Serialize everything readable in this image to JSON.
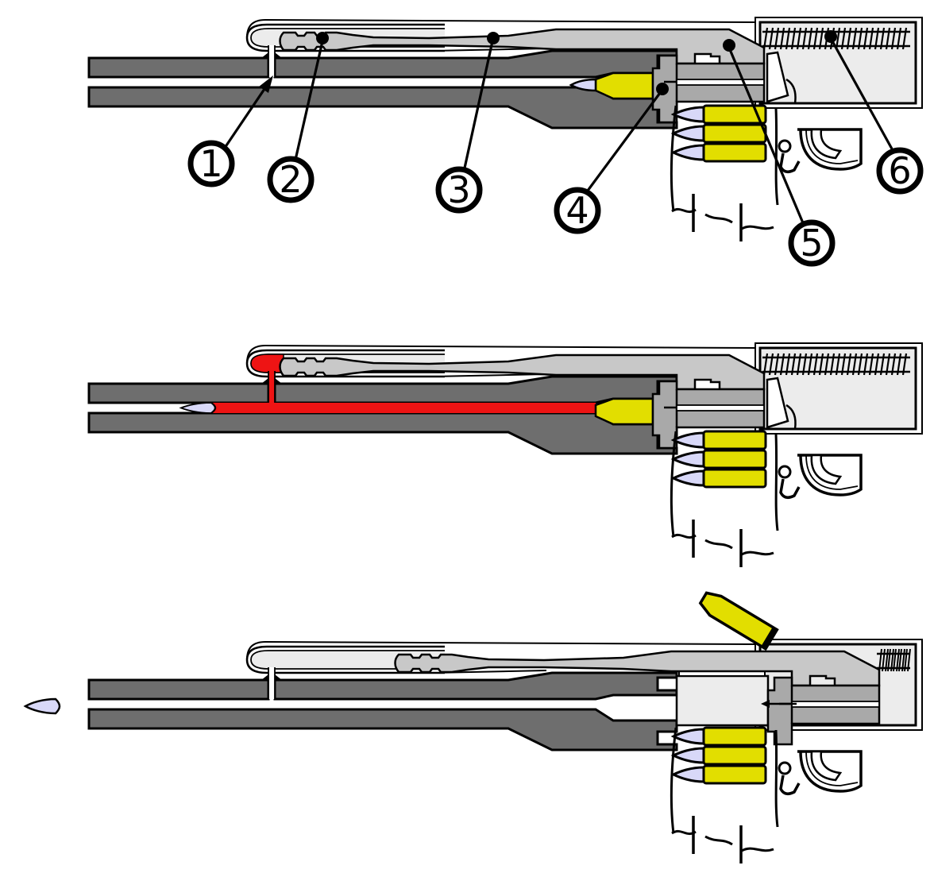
{
  "diagram": {
    "panels": [
      {
        "name": "top",
        "callouts": [
          {
            "number": "1"
          },
          {
            "number": "2"
          },
          {
            "number": "3"
          },
          {
            "number": "4"
          },
          {
            "number": "5"
          },
          {
            "number": "6"
          }
        ]
      },
      {
        "name": "middle",
        "callouts": []
      },
      {
        "name": "bottom",
        "callouts": []
      }
    ]
  },
  "colors": {
    "white": "#ffffff",
    "outline": "#000000",
    "barrel": "#6e6e6e",
    "bolt": "#a9a9a9",
    "carrier": "#c8c8c8",
    "receiver": "#ececec",
    "cartridge": "#e2de00",
    "bullet": "#d8d8f8",
    "gas": "#ee1414"
  }
}
